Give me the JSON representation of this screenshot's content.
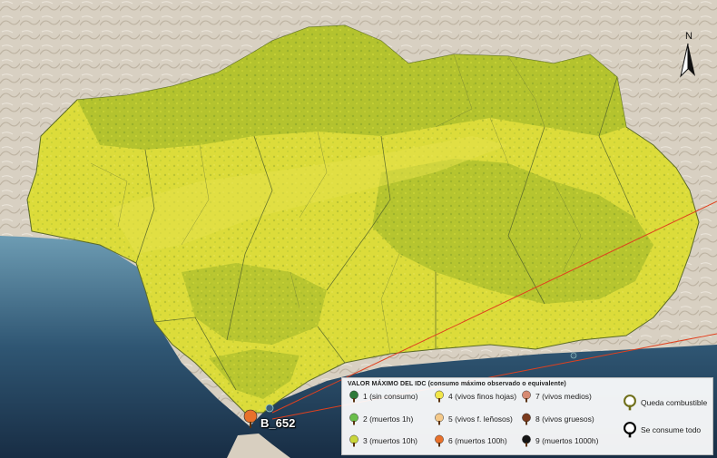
{
  "map": {
    "colors": {
      "sea_deep": "#1c3550",
      "sea_light": "#5e8fa8",
      "relief": "#d9d2c4",
      "land_yellow": "#dfe03a",
      "land_green": "#a9bd2a",
      "border": "#5a6a2a"
    },
    "north_label": "N",
    "marker_label": "B_652"
  },
  "legend": {
    "title": "VALOR MÁXIMO DEL IDC (consumo máximo observado o equivalente)",
    "items": [
      {
        "label": "1 (sin consumo)",
        "color": "#2e7a3a"
      },
      {
        "label": "2 (muertos 1h)",
        "color": "#6abf4b"
      },
      {
        "label": "3 (muertos 10h)",
        "color": "#c9d63a"
      },
      {
        "label": "4 (vivos finos hojas)",
        "color": "#f1e64a"
      },
      {
        "label": "5 (vivos f. leñosos)",
        "color": "#f4c98a"
      },
      {
        "label": "6 (muertos 100h)",
        "color": "#e8712b"
      },
      {
        "label": "7 (vivos medios)",
        "color": "#d68a72"
      },
      {
        "label": "8 (vivos gruesos)",
        "color": "#7a3a1e"
      },
      {
        "label": "9 (muertos 1000h)",
        "color": "#151515"
      }
    ],
    "extra": [
      {
        "label": "Queda combustible",
        "icon": "tree-outline-icon",
        "color": "#6f6f1a"
      },
      {
        "label": "Se consume todo",
        "icon": "tree-black-outline-icon",
        "color": "#000000"
      }
    ]
  }
}
